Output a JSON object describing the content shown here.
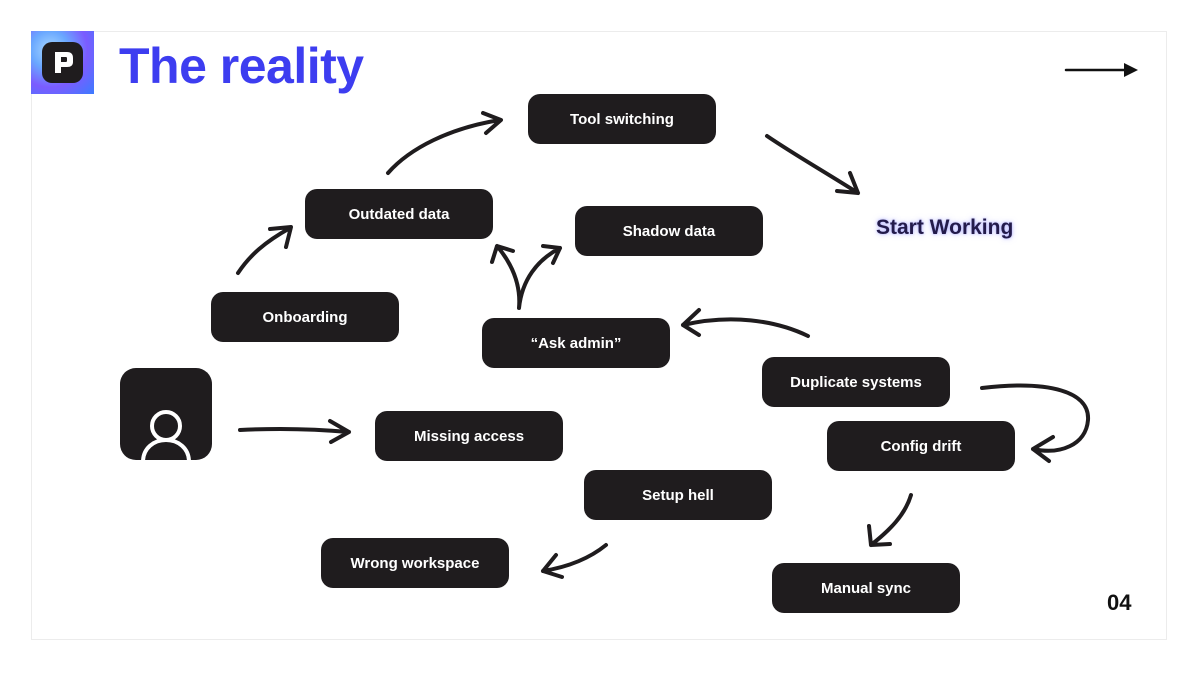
{
  "slide": {
    "title": "The reality",
    "page_number": "04",
    "accent_color": "#3d3df0",
    "logo_icon": "logo-icon",
    "next_icon": "arrow-right-icon",
    "user_icon": "user-icon"
  },
  "diagram": {
    "goal_label": "Start Working",
    "nodes": {
      "tool_switching": "Tool switching",
      "outdated_data": "Outdated data",
      "shadow_data": "Shadow data",
      "onboarding": "Onboarding",
      "ask_admin": "“Ask admin”",
      "duplicate_systems": "Duplicate systems",
      "missing_access": "Missing access",
      "config_drift": "Config drift",
      "setup_hell": "Setup hell",
      "wrong_workspace": "Wrong workspace",
      "manual_sync": "Manual sync"
    }
  }
}
